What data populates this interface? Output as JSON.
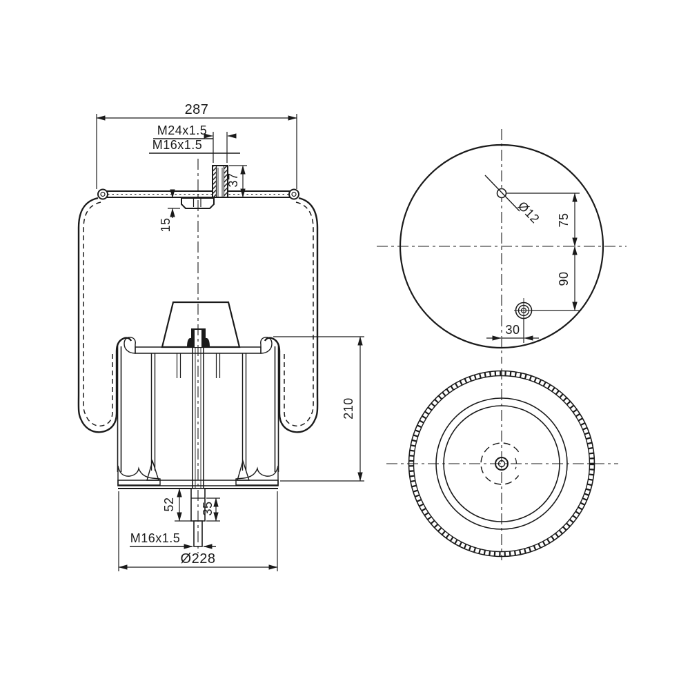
{
  "drawing": {
    "ink_color": "#1a1a1a",
    "background_color": "#ffffff",
    "side_view": {
      "view_name": "sectional-side-view",
      "labels": {
        "width_top": "287",
        "thread_outer_top": "M24x1.5",
        "thread_inner_top": "M16x1.5",
        "boss_height": "37",
        "plate_nut_depth": "15",
        "piston_height": "210",
        "stud_length": "52",
        "stud_thread_length": "35",
        "thread_bottom": "M16x1.5",
        "piston_diameter": "Ø228"
      }
    },
    "top_view": {
      "view_name": "top-plate-view",
      "labels": {
        "pin_hole_diameter": "Ø12",
        "pin_hole_offset": "75",
        "air_port_vertical_offset": "90",
        "air_port_horizontal_offset": "30"
      }
    },
    "bottom_view": {
      "view_name": "piston-bottom-view"
    }
  }
}
